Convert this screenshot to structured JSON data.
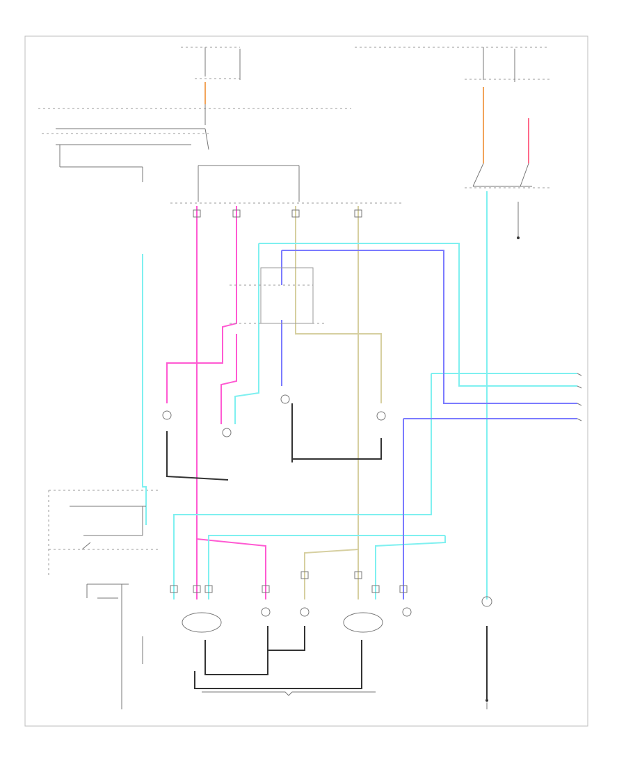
{
  "diagram": {
    "figure_code": "",
    "colors": {
      "border": "#bdbdbd",
      "line": "#777777",
      "orange": "#f2a45a",
      "pink": "#ff5ad2",
      "cyan": "#7ff0f0",
      "blue": "#7b7bff",
      "tan": "#d6cfa0",
      "black": "#333333",
      "red": "#ff6a8a"
    },
    "nodes": [
      {
        "id": "hot-in-run-fuse-top",
        "kind": "fuse"
      },
      {
        "id": "hot-at-all-times-fuse-right",
        "kind": "fuse"
      },
      {
        "id": "headlamp-switch",
        "kind": "switch"
      },
      {
        "id": "relay",
        "kind": "relay"
      },
      {
        "id": "dimmer-switch",
        "kind": "switch"
      },
      {
        "id": "cruise-control-switch",
        "kind": "switch"
      },
      {
        "id": "daytime-running-lamp-module",
        "kind": "module"
      },
      {
        "id": "instrument-cluster",
        "kind": "module"
      },
      {
        "id": "left-front-marker-lamp",
        "kind": "lamp"
      },
      {
        "id": "left-front-turn-lamp",
        "kind": "lamp"
      },
      {
        "id": "right-front-marker-lamp",
        "kind": "lamp"
      },
      {
        "id": "right-front-turn-lamp",
        "kind": "lamp"
      },
      {
        "id": "left-rear-tail-lamp",
        "kind": "lamp"
      },
      {
        "id": "left-rear-stop-lamp",
        "kind": "lamp"
      },
      {
        "id": "right-rear-tail-lamp",
        "kind": "lamp"
      },
      {
        "id": "right-rear-stop-lamp",
        "kind": "lamp"
      },
      {
        "id": "center-high-mounted-stop-lamp",
        "kind": "lamp"
      },
      {
        "id": "license-lamp",
        "kind": "lamp"
      },
      {
        "id": "ground-left",
        "kind": "ground"
      },
      {
        "id": "ground-right",
        "kind": "ground"
      }
    ]
  }
}
